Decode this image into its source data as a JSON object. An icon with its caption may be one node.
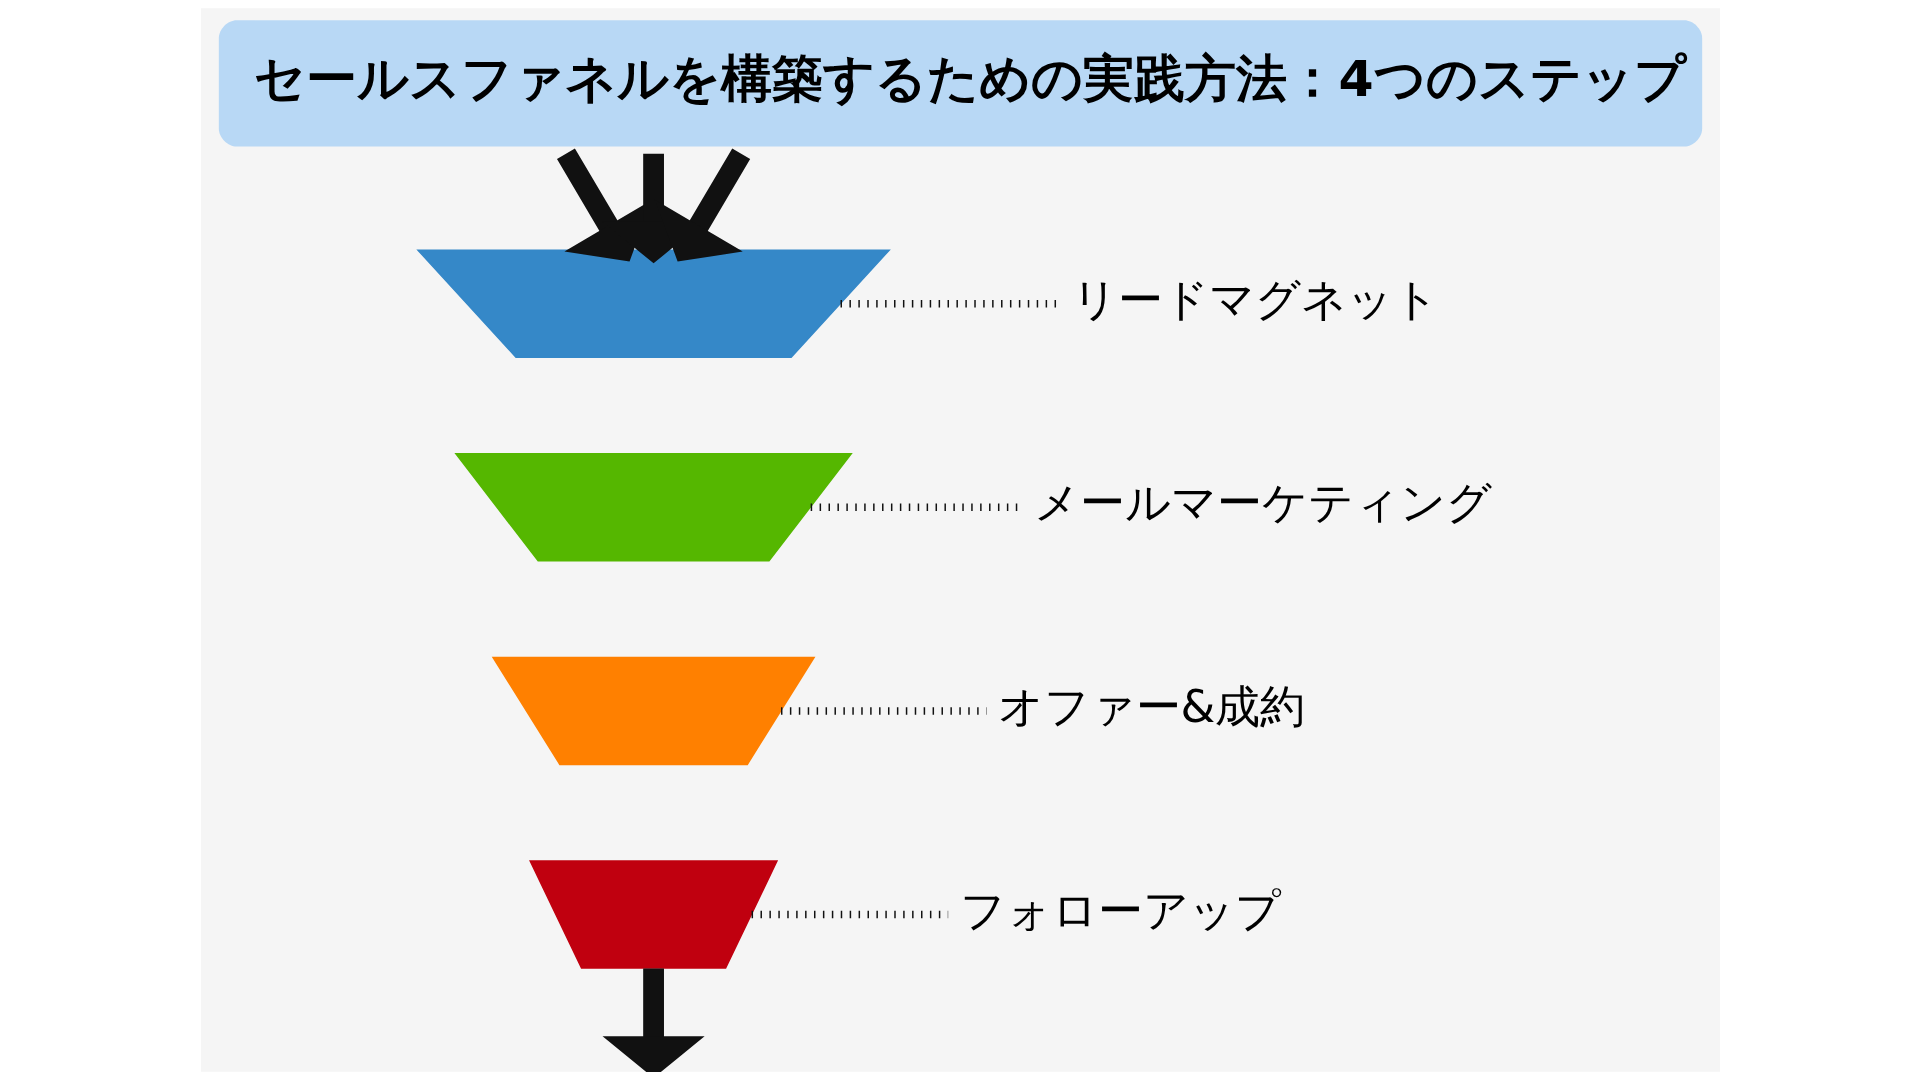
{
  "diagram": {
    "title": "セールスファネルを構築するための実践方法：4つのステップ",
    "nodes": [
      {
        "text": [],
        "shape": "trapezoid"
      },
      {
        "text": [],
        "shape": "trapezoid"
      },
      {
        "text": [],
        "shape": "trapezoid"
      },
      {
        "text": [],
        "shape": "trapezoid"
      },
      {
        "text": [
          "リードマグネット"
        ]
      },
      {
        "text": [
          "メールマーケティング"
        ]
      },
      {
        "text": [
          "オファー&成約"
        ]
      },
      {
        "text": [
          "フォローアップ"
        ]
      }
    ],
    "edges": [
      {
        "from": null,
        "to": 0,
        "arrow": "to",
        "style": "thick"
      },
      {
        "from": null,
        "to": 0,
        "arrow": "to",
        "style": "thick"
      },
      {
        "from": null,
        "to": 0,
        "arrow": "to",
        "style": "thick"
      },
      {
        "from": 3,
        "to": null,
        "arrow": "to",
        "style": "thick"
      },
      {
        "from": 4,
        "to": 0,
        "arrow": "none",
        "style": "dashed"
      },
      {
        "from": 5,
        "to": 1,
        "arrow": "none",
        "style": "dashed"
      },
      {
        "from": 6,
        "to": 2,
        "arrow": "none",
        "style": "dashed"
      },
      {
        "from": 7,
        "to": 3,
        "arrow": "none",
        "style": "dashed"
      }
    ]
  }
}
